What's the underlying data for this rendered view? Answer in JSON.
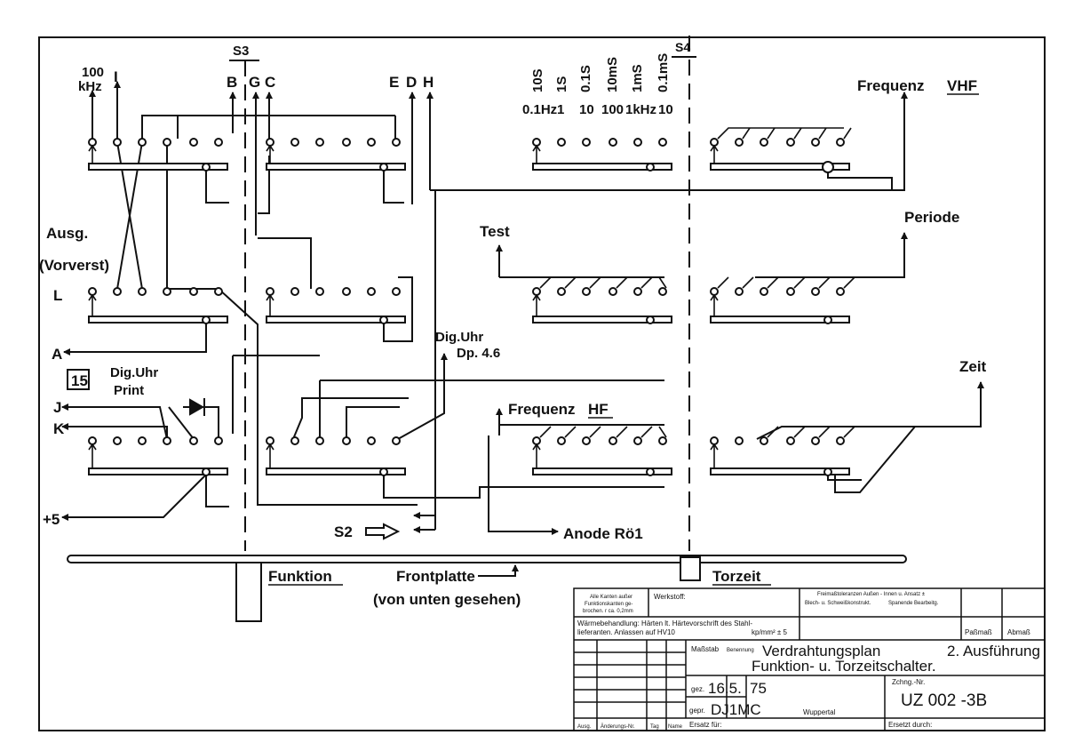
{
  "outputs_top": {
    "khz100": [
      "100",
      "kHz"
    ],
    "i": "I",
    "s3": "S3",
    "b": "B",
    "g": "G",
    "c": "C",
    "e": "E",
    "d": "D",
    "h": "H",
    "s4": "S4",
    "freq_vhf": "Frequenz",
    "freq_vhf_u": "VHF"
  },
  "s4_positions": {
    "times": [
      "10S",
      "1S",
      "0.1S",
      "10mS",
      "1mS",
      "0.1mS"
    ],
    "freqs": [
      "0.1Hz",
      "1",
      "10",
      "100",
      "1kHz",
      "10"
    ]
  },
  "labels_left": {
    "ausg": "Ausg.",
    "vorverst": "(Vorverst)",
    "l": "L",
    "a": "A",
    "box15": "15",
    "dig_uhr_print_1": "Dig.Uhr",
    "dig_uhr_print_2": "Print",
    "j": "J",
    "k": "K",
    "plus5": "+5"
  },
  "labels_mid": {
    "test": "Test",
    "periode": "Periode",
    "dig_uhr_1": "Dig.Uhr",
    "dig_uhr_2": "Dp. 4.6",
    "zeit": "Zeit",
    "freq_hf": "Frequenz",
    "freq_hf_u": "HF",
    "s2": "S2",
    "anode": "Anode Rö1",
    "funktion": "Funktion",
    "frontplatte": "Frontplatte",
    "von_unten": "(von unten gesehen)",
    "torzeit": "Torzeit"
  },
  "title_block": {
    "kanten": [
      "Alle Kanten außer",
      "Funktionskanten ge-",
      "brochen.   r ca. 0,2mm"
    ],
    "werkstoff": "Werkstoff:",
    "waerme": [
      "Wärmebehandlung: Härten lt. Härtevorschrift des Stahl-",
      "lieferanten.   Anlassen auf HV10"
    ],
    "kp": "kp/mm² ± 5",
    "freimass": "Freimaßtoleranzen Außen - Innen u. Ansatz ±",
    "blech": "Blech- u. Schweißkonstrukt.",
    "spanend": "Spanende Bearbeitg.",
    "passmass": "Paßmaß",
    "abmass": "Abmaß",
    "massstab": "Maßstab",
    "benennung": "Benennung",
    "title1": "Verdrahtungsplan",
    "ausfuehrung": "2. Ausführung",
    "title2": "Funktion- u. Torzeitschalter.",
    "zchng_nr_label": "Zchng.-Nr.",
    "zchng_nr": "UZ 002 -3B",
    "gez": "gez.",
    "gez_date": "16.5.",
    "gez_year": "75",
    "gepr": "gepr.",
    "gepr_name": "DJ1MC",
    "wuppertal": "Wuppertal",
    "ersatz_fuer": "Ersatz für:",
    "ersetzt_durch": "Ersetzt durch:",
    "rev_cols": [
      "Ausg.",
      "Änderungs-Nr.",
      "Tag",
      "Name"
    ]
  }
}
